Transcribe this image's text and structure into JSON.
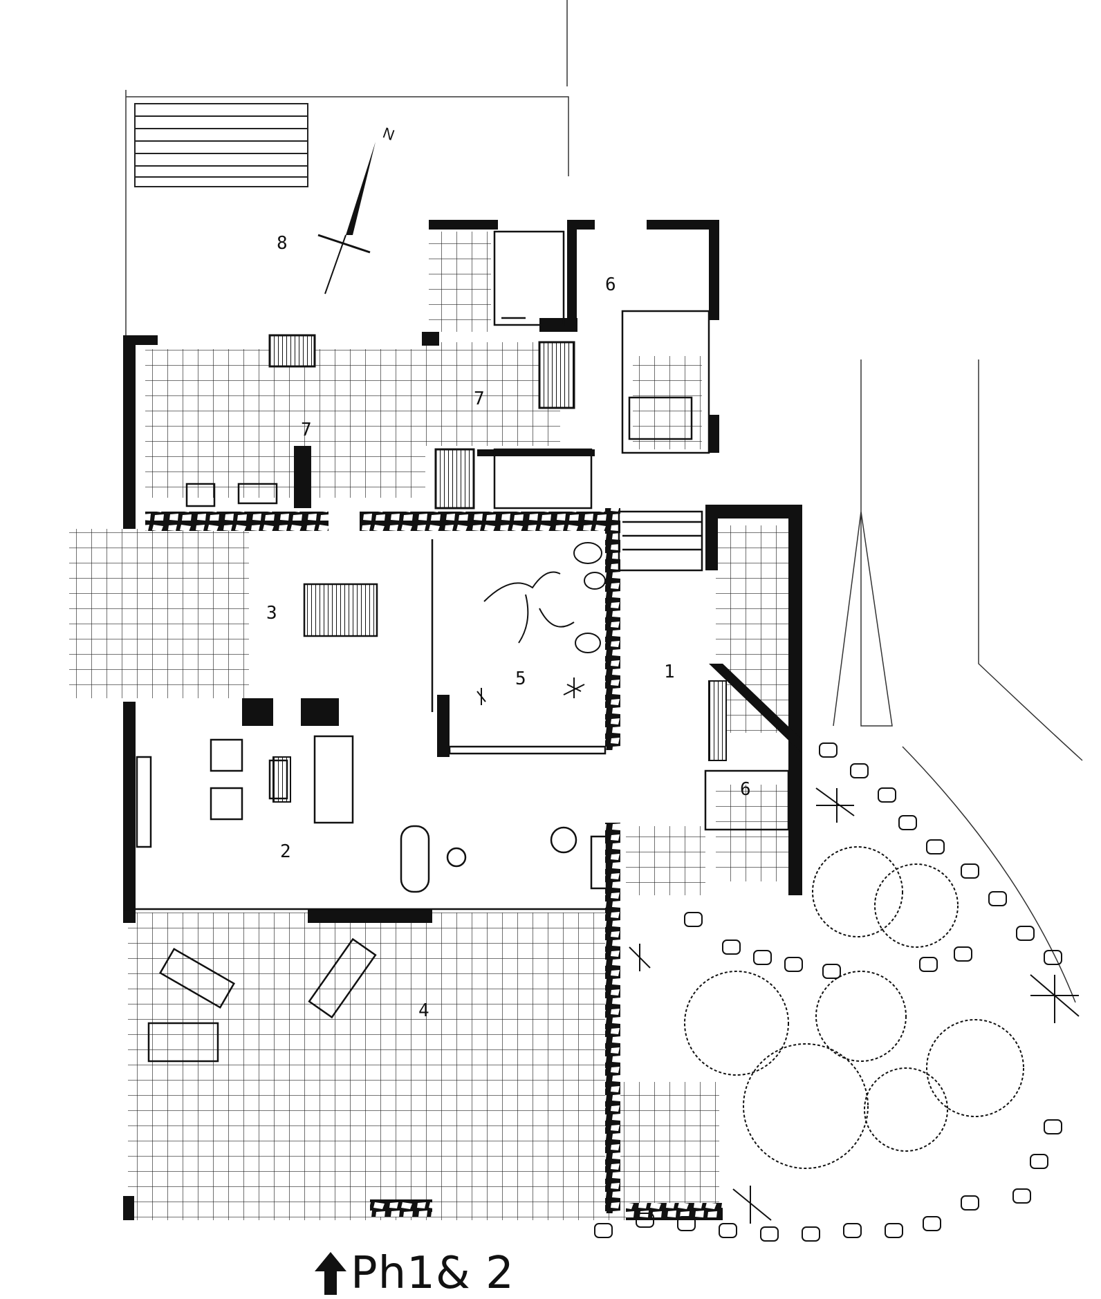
{
  "plan": {
    "rooms": [
      {
        "id": "entrance",
        "label": "1"
      },
      {
        "id": "living",
        "label": "2"
      },
      {
        "id": "dining",
        "label": "3"
      },
      {
        "id": "terrace",
        "label": "4"
      },
      {
        "id": "patio",
        "label": "5"
      },
      {
        "id": "bedroom-main",
        "label": "6"
      },
      {
        "id": "bedroom-small",
        "label": "6"
      },
      {
        "id": "kitchen",
        "label": "7"
      },
      {
        "id": "service",
        "label": "7"
      },
      {
        "id": "yard",
        "label": "8"
      }
    ],
    "north_marker": "N"
  },
  "caption": {
    "text": "Ph1& 2"
  },
  "colors": {
    "ink": "#111111",
    "paper": "#ffffff"
  }
}
